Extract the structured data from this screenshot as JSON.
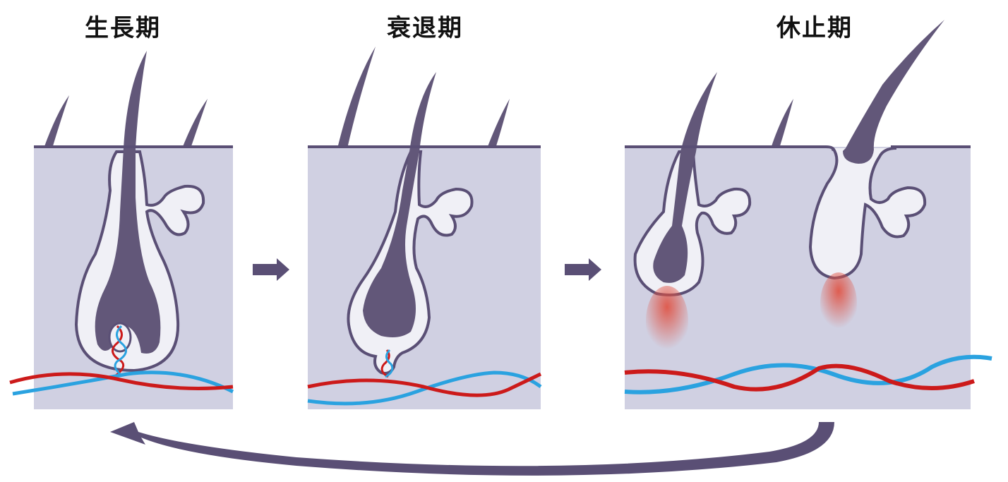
{
  "stages": [
    {
      "id": "anagen",
      "label": "生長期"
    },
    {
      "id": "catagen",
      "label": "衰退期"
    },
    {
      "id": "telogen",
      "label": "休止期"
    }
  ],
  "colors": {
    "skin": "#d0d0e2",
    "hair": "#625779",
    "outline": "#5a4f75",
    "sheath": "#f0f0f6",
    "artery": "#cc1a1a",
    "vein": "#2aa2e0",
    "arrow": "#5a4f75",
    "glow": "#e05040"
  }
}
